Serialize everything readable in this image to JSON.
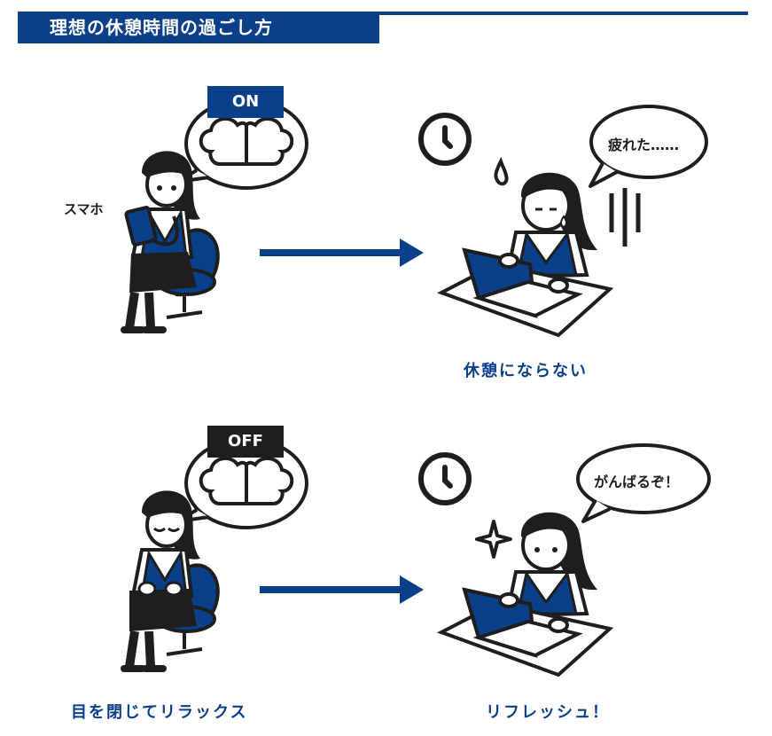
{
  "title": "理想の休憩時間の過ごし方",
  "top_row": {
    "brain_tag": "ON",
    "phone_label": "スマホ",
    "bubble_text": "疲れた……",
    "caption": "休憩にならない"
  },
  "bottom_row": {
    "brain_tag": "OFF",
    "bubble_text": "がんばるぞ！",
    "caption_left": "目を閉じてリラックス",
    "caption_right": "リフレッシュ！"
  },
  "colors": {
    "accent": "#0a3f8a",
    "ink": "#1e1e1e",
    "off_tag": "#1e1e1e"
  }
}
